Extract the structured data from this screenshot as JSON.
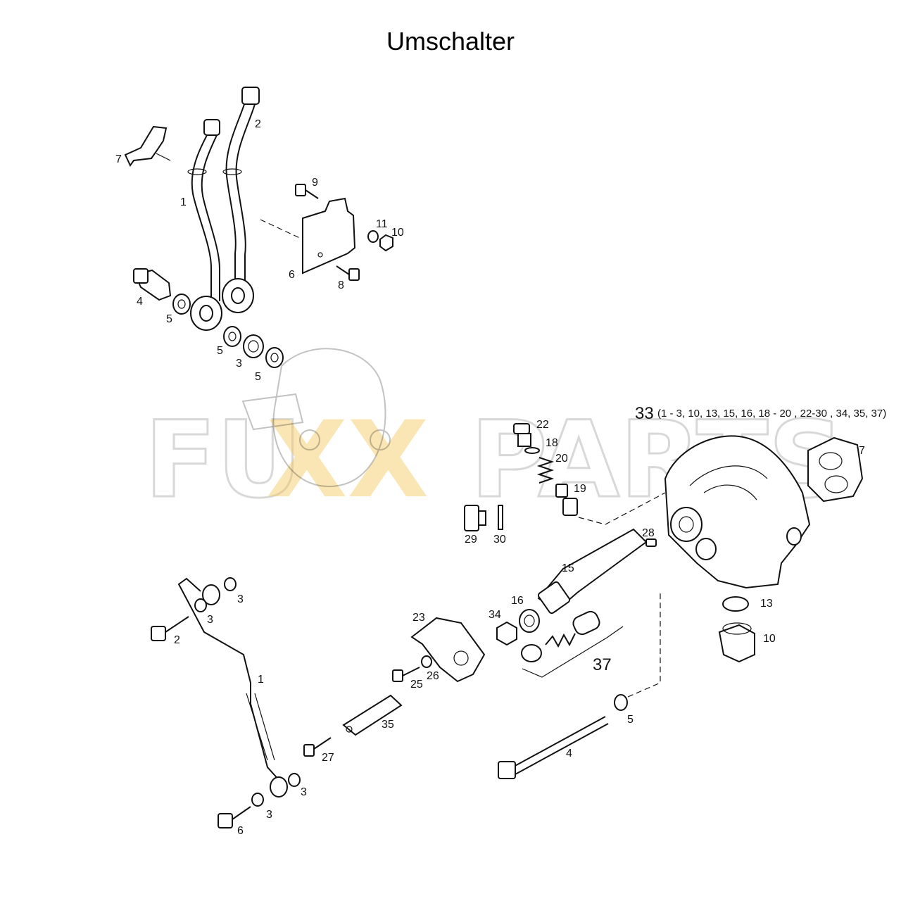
{
  "title": "Umschalter",
  "watermark": {
    "left": "FU",
    "middle": "XX",
    "right": "PARTS",
    "accent_color": "#f6c65a"
  },
  "assembly": {
    "number": "33",
    "contents": "(1 - 3, 10, 13, 15, 16, 18 - 20 , 22-30 , 34, 35, 37)"
  },
  "callouts": {
    "c7a": "7",
    "c2a": "2",
    "c1a": "1",
    "c9": "9",
    "c11": "11",
    "c10a": "10",
    "c6a": "6",
    "c8": "8",
    "c4a": "4",
    "c5a": "5",
    "c5b": "5",
    "c3a": "3",
    "c5c": "5",
    "c22": "22",
    "c18": "18",
    "c20": "20",
    "c19": "19",
    "c29": "29",
    "c30": "30",
    "c7b": "7",
    "c28": "28",
    "c15": "15",
    "c16": "16",
    "c34": "34",
    "c23": "23",
    "c13": "13",
    "c10b": "10",
    "c37": "37",
    "c3b": "3",
    "c3c": "3",
    "c2b": "2",
    "c1b": "1",
    "c25": "25",
    "c26": "26",
    "c35": "35",
    "c27": "27",
    "c5d": "5",
    "c4b": "4",
    "c3d": "3",
    "c3e": "3",
    "c6b": "6"
  }
}
